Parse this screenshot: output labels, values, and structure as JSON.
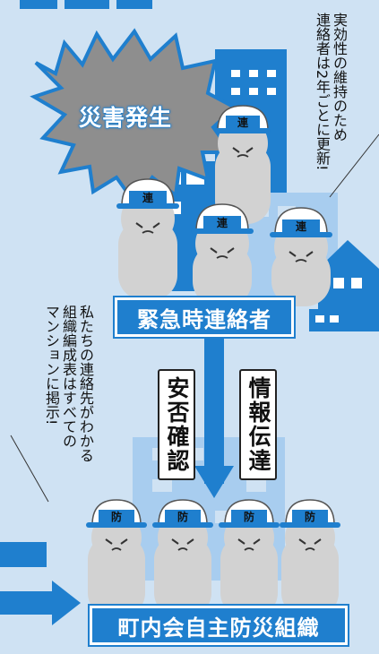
{
  "colors": {
    "background": "#cfe2f3",
    "accent": "#1f7fce",
    "light_building": "#a8cdef",
    "person": "#d2d2d2"
  },
  "disaster_label": "災害発生",
  "emergency_contacts_label": "緊急時連絡者",
  "safety_check_label": "安否確認",
  "info_transmission_label": "情報伝達",
  "organization_label": "町内会自主防災組織",
  "helmet_upper_mark": "連",
  "helmet_lower_mark": "防",
  "note_right": [
    "実効性の維持のため",
    "連絡者は2年ごとに更新!"
  ],
  "note_left": [
    "私たちの連絡先がわかる",
    "組織編成表はすべての",
    "マンションに掲示!"
  ],
  "icons": [
    "burst-icon",
    "building-icon",
    "house-icon",
    "person-icon",
    "helmet-icon",
    "double-arrow-icon",
    "right-arrow-icon"
  ]
}
